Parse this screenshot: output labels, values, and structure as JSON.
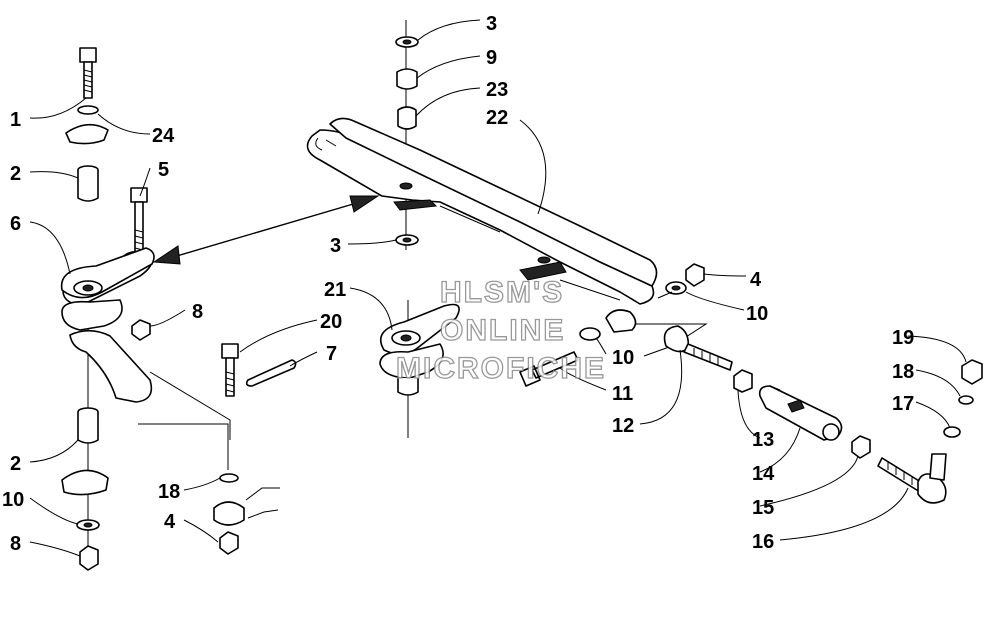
{
  "watermark": [
    "HLSM'S",
    "ONLINE",
    "MICROFICHE"
  ],
  "callouts": [
    "1",
    "2",
    "5",
    "6",
    "24",
    "8",
    "20",
    "7",
    "2",
    "10",
    "8",
    "18",
    "4",
    "3",
    "9",
    "23",
    "22",
    "3",
    "21",
    "4",
    "10",
    "10",
    "11",
    "12",
    "13",
    "14",
    "15",
    "16",
    "19",
    "18",
    "17"
  ]
}
